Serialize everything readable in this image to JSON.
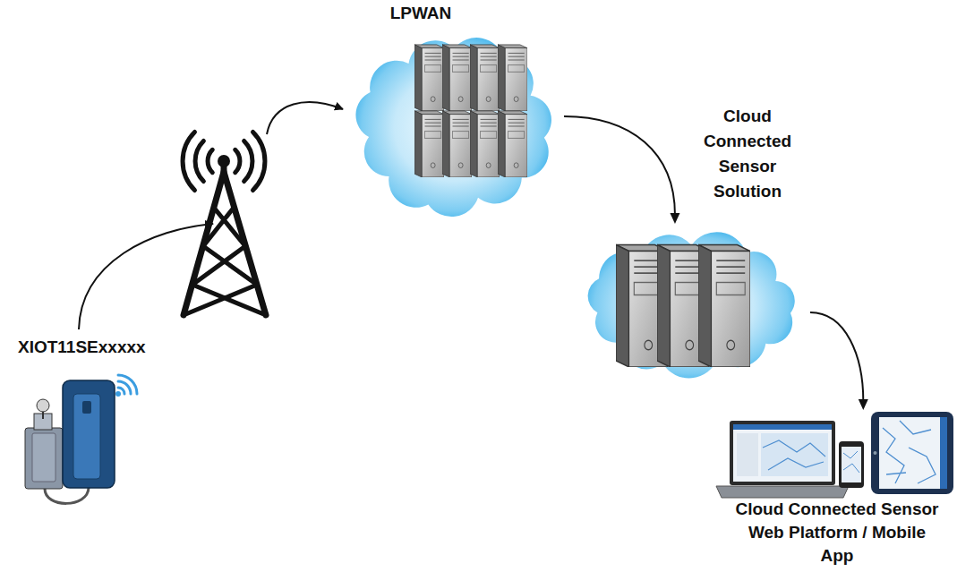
{
  "diagram": {
    "nodes": [
      {
        "text": [
          "XIOT11SExxxxx"
        ]
      },
      {
        "text": [
          "LPWAN"
        ]
      },
      {
        "text": [
          "Cloud Connected Sensor Solution"
        ]
      },
      {
        "text": [
          "Cloud Connected Sensor Web Platform / Mobile App"
        ]
      }
    ],
    "edges": [
      {
        "from": 1,
        "to": 2,
        "arrow": "to"
      },
      {
        "from": 2,
        "to": 3,
        "arrow": "to"
      }
    ]
  }
}
